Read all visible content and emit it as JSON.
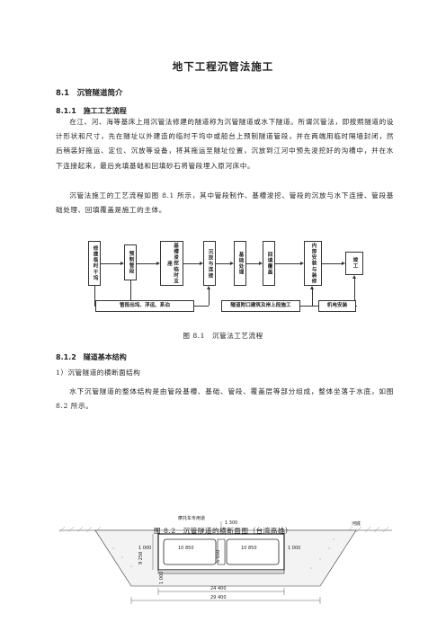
{
  "doc": {
    "title": "地下工程沉管法施工",
    "s81": "8.1　沉管隧道简介",
    "s811": "8.1.1　施工工艺流程",
    "p1": "在江、河、海等基床上用沉管法修建的隧道称为沉管隧道或水下隧道。所谓沉管法，即按照隧道的设计形状和尺寸，先在隧址以外建造的临时干坞中或船台上预制隧道管段，并在两端用临时隔墙封闭，然后稍装好拖运、定位、沉放等设备，将其拖运至隧址位置，沉放到江河中预先浚挖好的沟槽中，并在水下连接起来，最后充填基础和回填砂石将管段埋入原河床中。",
    "p2": "沉管法施工的工艺流程如图 8.1 所示，其中管段制作、基槽浚挖、管段的沉放与水下连接、管段基础处理、回填覆盖是施工的主体。",
    "fig1_caption": "图 8.1　沉管法工艺流程",
    "s812": "8.1.2　隧道基本结构",
    "sub1": "1）沉管隧道的横断面结构",
    "p3": "水下沉管隧道的整体结构是由管段基槽、基础、管段、覆盖层等部分组成，整体坐落于水底，如图 8.2 所示。",
    "fig2_caption": "图 8.2　沉管隧道的横断面图（台湾高雄）"
  },
  "flow": {
    "b1": "修建临时干坞",
    "b2": "预制管段",
    "b3": "基槽浚挖临时支座",
    "b4": "沉放与连接",
    "b5": "基础处理",
    "b6": "回填覆盖",
    "b7": "内部安装与装修",
    "b8": "竣工",
    "l1": "管段出坞、浮运、系泊",
    "l2": "隧道附口建筑及岸上段施工",
    "l3": "机电安装"
  },
  "section": {
    "label_moto": "摩托车专用道",
    "label_river": "河底",
    "d_1300": "1 300",
    "d_1000a": "1 000",
    "d_10850a": "10 850",
    "d_10850b": "10 850",
    "d_1000b": "1 000",
    "d_9250": "9 250",
    "d_5550": "5 550",
    "d_1000c": "1 000",
    "d_24400": "24 400",
    "d_29400": "29 400"
  }
}
